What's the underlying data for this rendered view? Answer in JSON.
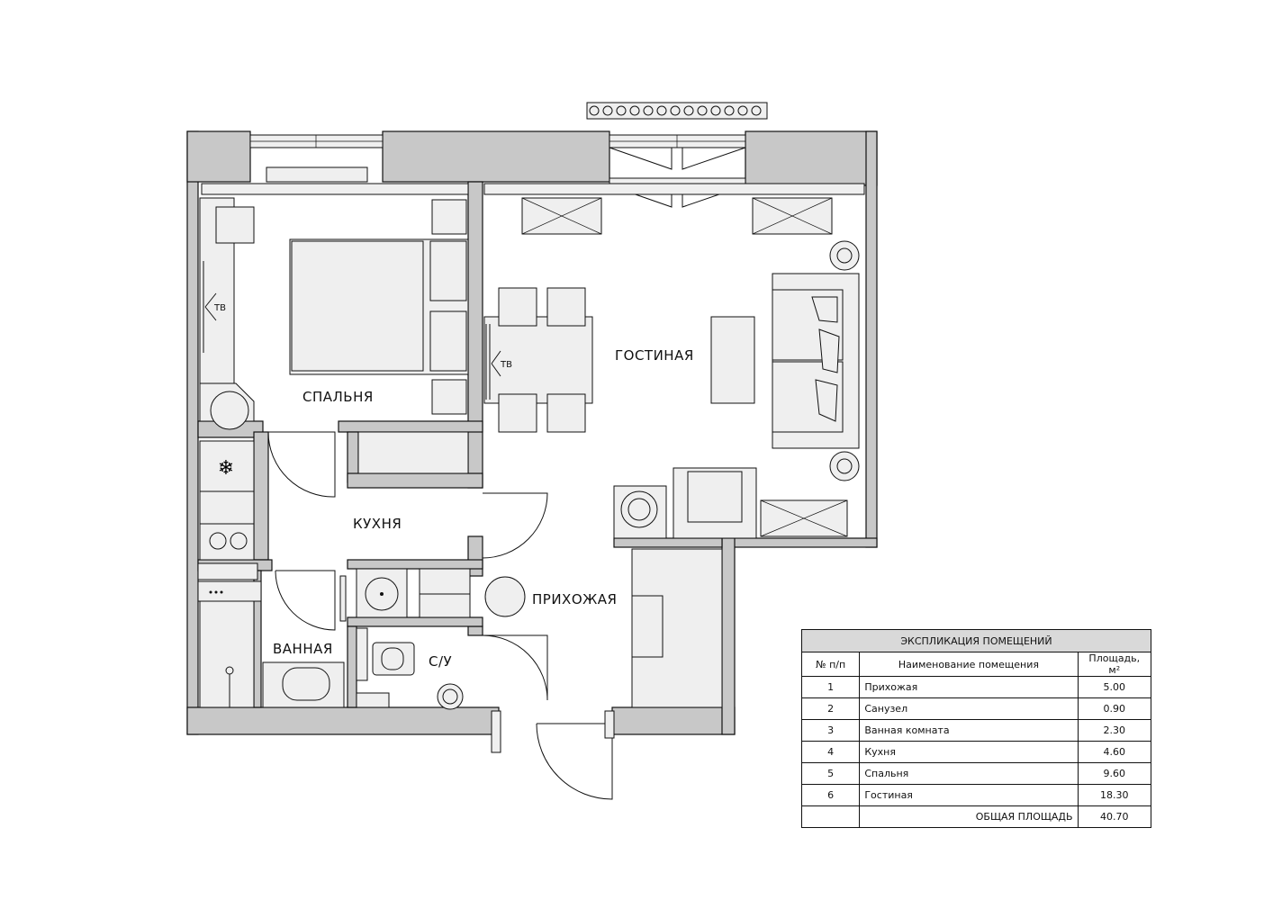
{
  "rooms": {
    "bedroom": "СПАЛЬНЯ",
    "living": "ГОСТИНАЯ",
    "kitchen": "КУХНЯ",
    "hall": "ПРИХОЖАЯ",
    "bathroom": "ВАННАЯ",
    "wc": "С/У",
    "tv_bedroom": "ТВ",
    "tv_living": "ТВ"
  },
  "legend": {
    "title": "ЭКСПЛИКАЦИЯ ПОМЕЩЕНИЙ",
    "col_num": "№ п/п",
    "col_name": "Наименование помещения",
    "col_area": "Площадь, м²",
    "rows": [
      {
        "num": "1",
        "name": "Прихожая",
        "area": "5.00"
      },
      {
        "num": "2",
        "name": "Санузел",
        "area": "0.90"
      },
      {
        "num": "3",
        "name": "Ванная комната",
        "area": "2.30"
      },
      {
        "num": "4",
        "name": "Кухня",
        "area": "4.60"
      },
      {
        "num": "5",
        "name": "Спальня",
        "area": "9.60"
      },
      {
        "num": "6",
        "name": "Гостиная",
        "area": "18.30"
      }
    ],
    "total_label": "ОБЩАЯ ПЛОЩАДЬ",
    "total_area": "40.70"
  },
  "colors": {
    "wall": "#c8c8c8",
    "furniture": "#efefef",
    "line": "#111111",
    "legend_header": "#d9d9d9"
  }
}
